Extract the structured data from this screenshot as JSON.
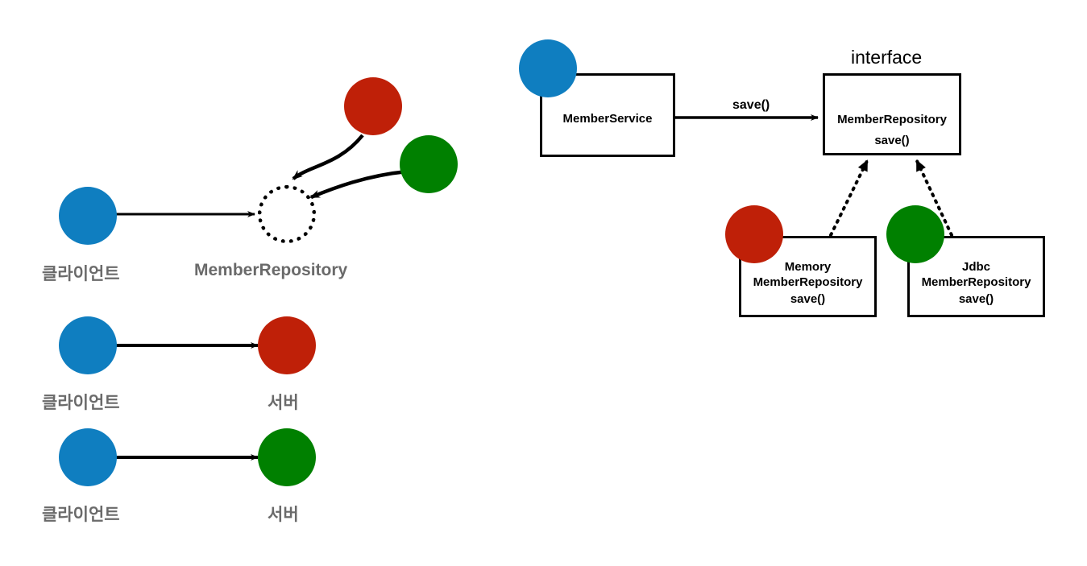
{
  "meta": {
    "title": "MemberRepository interface and implementations diagram",
    "background_color": "#ffffff"
  },
  "colors": {
    "client_blue": "#0f7ec0",
    "server_red": "#bf2008",
    "server_green": "#008000",
    "label_gray": "#6a6a6a",
    "stroke_black": "#000000"
  },
  "left_panel": {
    "role_diagram": {
      "client_label": "클라이언트",
      "role_label": "MemberRepository",
      "nodes": [
        {
          "name": "client-circle",
          "color": "#0f7ec0"
        },
        {
          "name": "role-placeholder-circle",
          "color": "transparent"
        },
        {
          "name": "impl-red-circle",
          "color": "#bf2008"
        },
        {
          "name": "impl-green-circle",
          "color": "#008000"
        }
      ]
    },
    "rows": [
      {
        "client_label": "클라이언트",
        "server_label": "서버",
        "client_color": "#0f7ec0",
        "server_color": "#bf2008"
      },
      {
        "client_label": "클라이언트",
        "server_label": "서버",
        "client_color": "#0f7ec0",
        "server_color": "#008000"
      }
    ]
  },
  "right_panel": {
    "interface_caption": "interface",
    "service_box": {
      "name": "MemberService",
      "circle_color": "#0f7ec0"
    },
    "interface_box": {
      "name": "MemberRepository",
      "method": "save()"
    },
    "call_edge_label": "save()",
    "implementations": [
      {
        "name_line1": "Memory",
        "name_line2": "MemberRepository",
        "method": "save()",
        "circle_color": "#bf2008"
      },
      {
        "name_line1": "Jdbc",
        "name_line2": "MemberRepository",
        "method": "save()",
        "circle_color": "#008000"
      }
    ]
  }
}
